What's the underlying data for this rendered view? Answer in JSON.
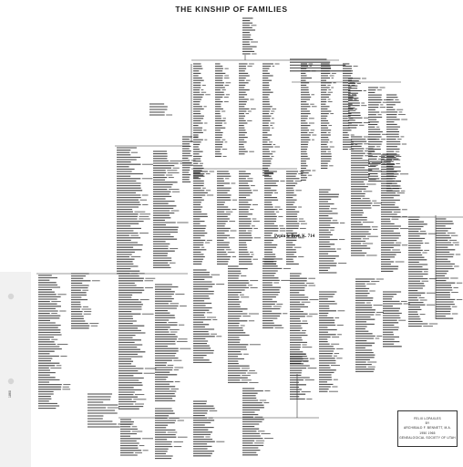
{
  "title": "THE KINSHIP OF FAMILIES",
  "highlighted_entries": [
    "Pepin le Bref, K. 714"
  ],
  "credit_box": {
    "lines": [
      "FELIX LOPAXLES",
      "BY",
      "ARCHIBALD F. BENNETT, M.A.",
      "1950 1965",
      "GENEALOGICAL SOCIETY OF UTAH"
    ]
  },
  "binder_label": "1860",
  "colors": {
    "ink": "#1a1a1a",
    "line": "#333333",
    "paper": "#ffffff",
    "gutter": "#f1f1f1"
  }
}
